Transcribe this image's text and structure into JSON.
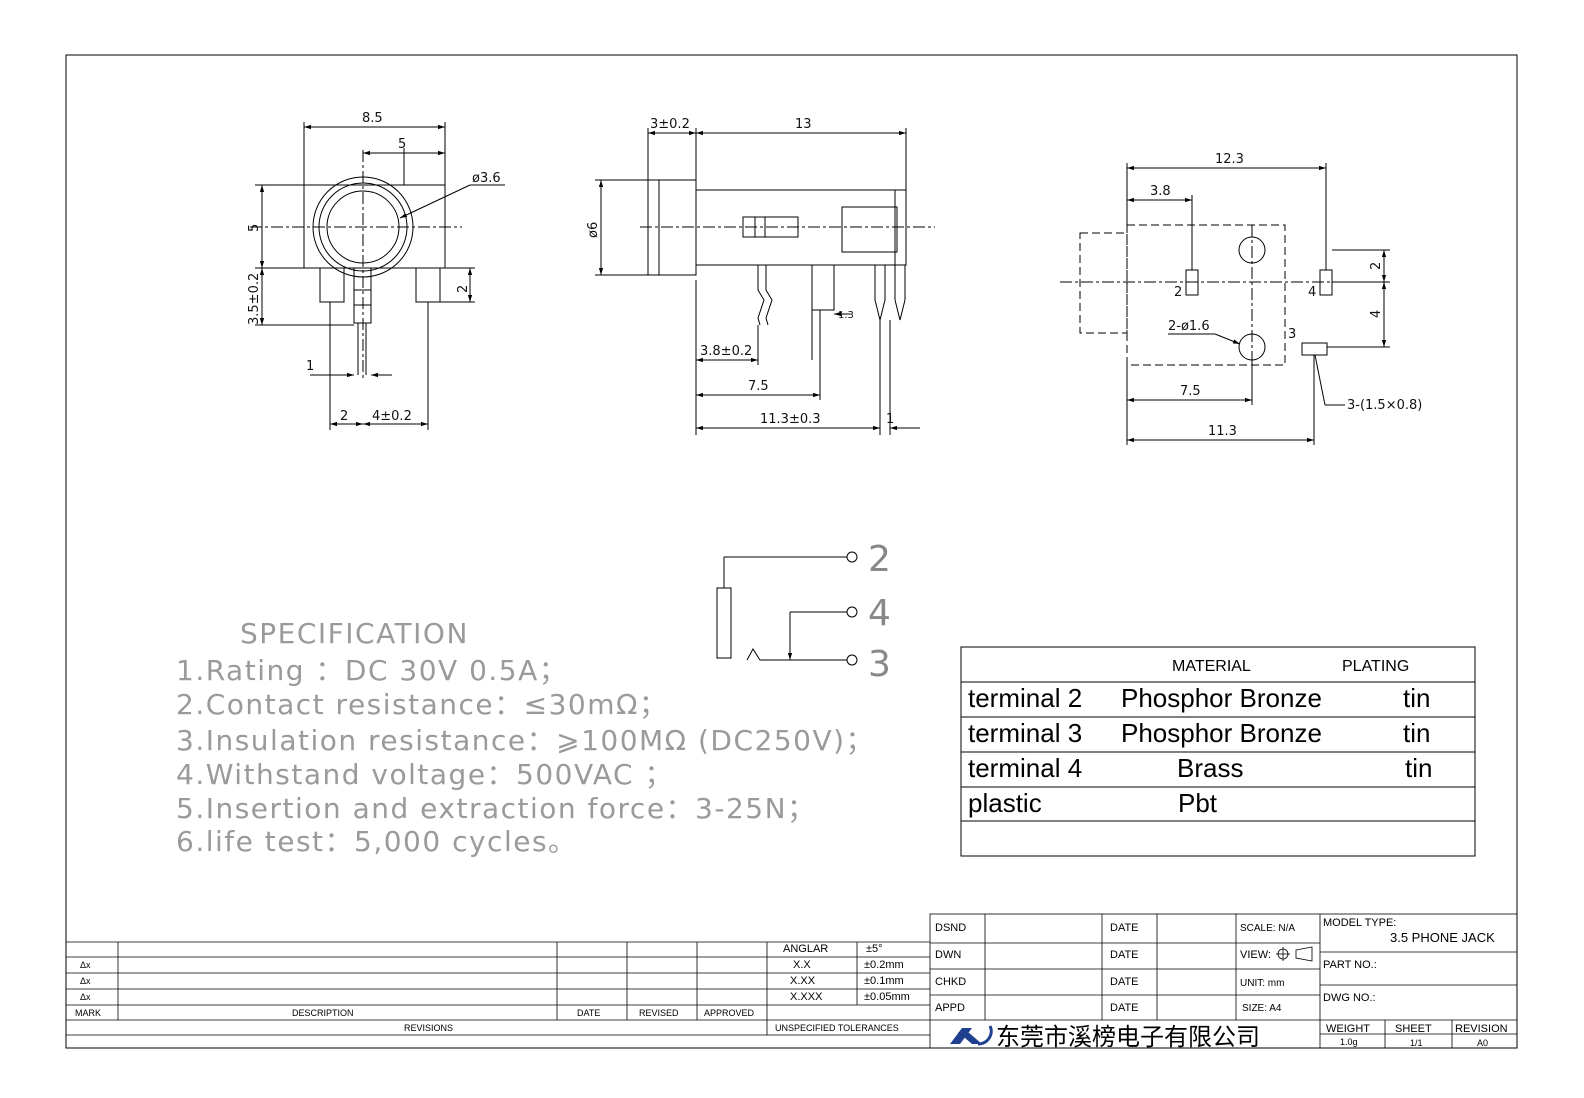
{
  "front_view": {
    "dims": [
      "8.5",
      "5",
      "ø3.6",
      "5",
      "3.5±0.2",
      "2",
      "1",
      "2",
      "4±0.2"
    ]
  },
  "side_view": {
    "dims": [
      "3±0.2",
      "13",
      "ø6",
      "1.3",
      "3.8±0.2",
      "7.5",
      "11.3±0.3",
      "1"
    ]
  },
  "footprint_view": {
    "dims": [
      "12.3",
      "3.8",
      "2",
      "4",
      "2",
      "4",
      "2-ø1.6",
      "3",
      "7.5",
      "3-(1.5×0.8)",
      "11.3"
    ]
  },
  "schematic": {
    "pins": [
      "2",
      "4",
      "3"
    ]
  },
  "specification": {
    "title": "SPECIFICATION",
    "lines": [
      "1.Rating ：DC 30V 0.5A；",
      "2.Contact resistance：≤30mΩ；",
      "3.Insulation resistance：⩾100MΩ (DC250V)；",
      "4.Withstand voltage：500VAC ；",
      "5.Insertion and extraction force：3-25N；",
      "6.life test：5,000 cycles。"
    ]
  },
  "material_table": {
    "headers": [
      "MATERIAL",
      "PLATING"
    ],
    "rows": [
      {
        "part": "terminal 2",
        "material": "Phosphor Bronze",
        "plating": "tin"
      },
      {
        "part": "terminal 3",
        "material": "Phosphor Bronze",
        "plating": "tin"
      },
      {
        "part": "terminal 4",
        "material": "Brass",
        "plating": "tin"
      },
      {
        "part": "plastic",
        "material": "Pbt",
        "plating": ""
      }
    ]
  },
  "revisions": {
    "delta_marks": [
      "Δx",
      "Δx",
      "Δx"
    ],
    "columns": [
      "MARK",
      "DESCRIPTION",
      "DATE",
      "REVISED",
      "APPROVED"
    ],
    "footer": "REVISIONS"
  },
  "tolerances": {
    "rows": [
      {
        "label": "ANGLAR",
        "value": "±5°"
      },
      {
        "label": "X.X",
        "value": "±0.2mm"
      },
      {
        "label": "X.XX",
        "value": "±0.1mm"
      },
      {
        "label": "X.XXX",
        "value": "±0.05mm"
      }
    ],
    "footer": "UNSPECIFIED TOLERANCES"
  },
  "title_block": {
    "roles": [
      "DSND",
      "DWN",
      "CHKD",
      "APPD"
    ],
    "date_label": "DATE",
    "scale": "SCALE: N/A",
    "view": "VIEW:",
    "unit": "UNIT: mm",
    "size": "SIZE: A4",
    "model_type_label": "MODEL TYPE:",
    "model_type": "3.5 PHONE JACK",
    "part_no_label": "PART NO.:",
    "dwg_no_label": "DWG NO.:",
    "weight_label": "WEIGHT",
    "weight": "1.0g",
    "sheet_label": "SHEET",
    "sheet": "1/1",
    "revision_label": "REVISION",
    "revision": "A0",
    "company": "东莞市溪榜电子有限公司"
  },
  "colors": {
    "line": "#000000",
    "spec_text": "#9a9a9a",
    "logo": "#1f3f8f"
  }
}
